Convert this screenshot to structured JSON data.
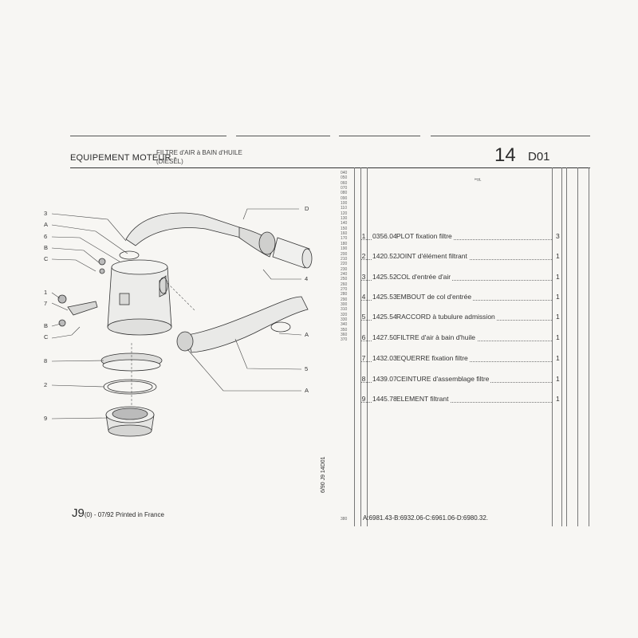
{
  "header": {
    "section": "EQUIPEMENT MOTEUR -",
    "title_line1": "FILTRE d'AIR à BAIN d'HUILE",
    "title_line2": "(DIESEL)",
    "group_number": "14",
    "group_code": "D01"
  },
  "left_scale": [
    "040",
    "050",
    "060",
    "070",
    "080",
    "090",
    "100",
    "110",
    "120",
    "130",
    "140",
    "150",
    "160",
    "170",
    "180",
    "190",
    "200",
    "210",
    "220",
    "230",
    "240",
    "250",
    "260",
    "270",
    "280",
    "290",
    "300",
    "310",
    "320",
    "330",
    "340",
    "350",
    "360",
    "370"
  ],
  "parts": [
    {
      "idx": "1",
      "ref": "0356.04",
      "desc": "PLOT fixation filtre",
      "qty": "3"
    },
    {
      "idx": "2",
      "ref": "1420.52",
      "desc": "JOINT d'élément filtrant",
      "qty": "1"
    },
    {
      "idx": "3",
      "ref": "1425.52",
      "desc": "COL d'entrée d'air",
      "qty": "1"
    },
    {
      "idx": "4",
      "ref": "1425.53",
      "desc": "EMBOUT de col d'entrée",
      "qty": "1"
    },
    {
      "idx": "5",
      "ref": "1425.54",
      "desc": "RACCORD à tubulure admission",
      "qty": "1"
    },
    {
      "idx": "6",
      "ref": "1427.50",
      "desc": "FILTRE d'air à bain d'huile",
      "qty": "1"
    },
    {
      "idx": "7",
      "ref": "1432.03",
      "desc": "EQUERRE fixation filtre",
      "qty": "1"
    },
    {
      "idx": "8",
      "ref": "1439.07",
      "desc": "CEINTURE d'assemblage filtre",
      "qty": "1"
    },
    {
      "idx": "9",
      "ref": "1445.78",
      "desc": "ELEMENT filtrant",
      "qty": "1"
    }
  ],
  "callouts": {
    "left": [
      "3",
      "A",
      "6",
      "B",
      "C",
      "1",
      "7",
      "B",
      "C",
      "8",
      "2",
      "9"
    ],
    "right": [
      "D",
      "4",
      "A",
      "5",
      "A"
    ]
  },
  "vertical_code": "6/90 J9 14D01",
  "footer": {
    "model": "J9",
    "model_suffix": "(0) - 07/92 Printed in France",
    "line_no": "380",
    "variants": "A:6981.43-B:6932.06-C:6961.06-D:6980.32."
  },
  "symbol": "ꟷ͟",
  "colors": {
    "ink": "#2a2a2a",
    "paper": "#f7f6f3"
  }
}
